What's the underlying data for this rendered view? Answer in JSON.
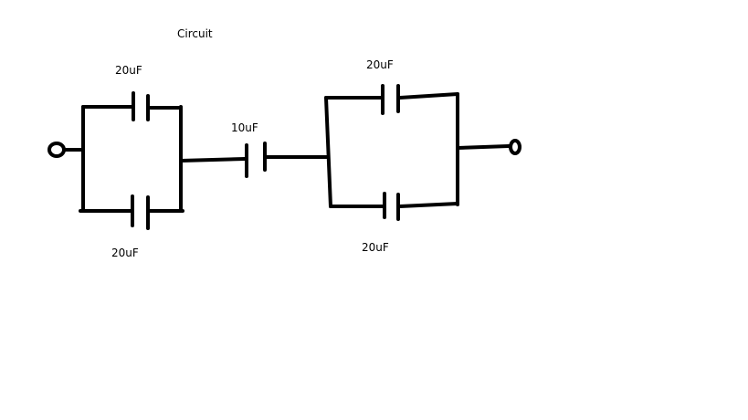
{
  "title": "Circuit",
  "components": [
    {
      "id": "C1",
      "type": "capacitor",
      "value": "20uF",
      "group": "left-parallel",
      "branch": "top"
    },
    {
      "id": "C2",
      "type": "capacitor",
      "value": "20uF",
      "group": "left-parallel",
      "branch": "bottom"
    },
    {
      "id": "C3",
      "type": "capacitor",
      "value": "10uF",
      "group": "series"
    },
    {
      "id": "C4",
      "type": "capacitor",
      "value": "20uF",
      "group": "right-parallel",
      "branch": "top"
    },
    {
      "id": "C5",
      "type": "capacitor",
      "value": "20uF",
      "group": "right-parallel",
      "branch": "bottom"
    }
  ],
  "terminals": [
    "input",
    "output"
  ],
  "colors": {
    "ink": "#000000",
    "background": "#ffffff"
  }
}
